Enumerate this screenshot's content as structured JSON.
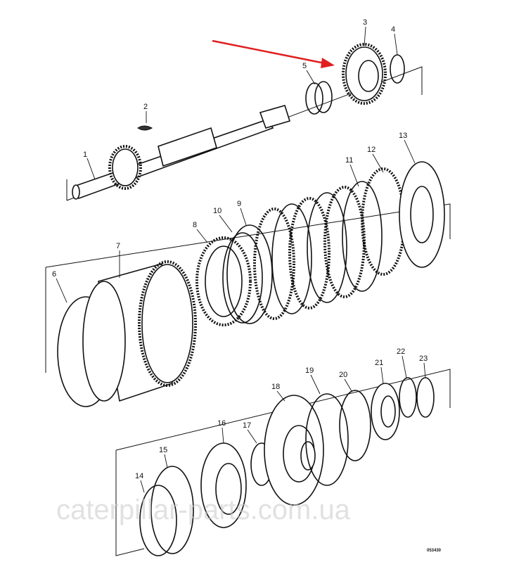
{
  "diagram": {
    "callouts": [
      "1",
      "2",
      "3",
      "4",
      "5",
      "6",
      "7",
      "8",
      "9",
      "10",
      "11",
      "12",
      "13",
      "14",
      "15",
      "16",
      "17",
      "18",
      "19",
      "20",
      "21",
      "22",
      "23"
    ],
    "drawing_code": "053430",
    "watermark": "caterpillar-parts.com.ua",
    "highlight_color": "#e02020",
    "highlighted_part": "3"
  }
}
